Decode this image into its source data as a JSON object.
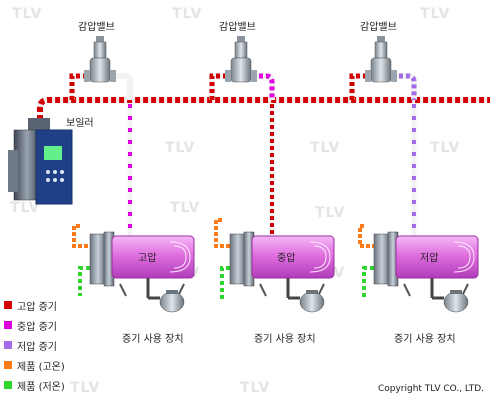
{
  "valve_label": "감압밸브",
  "boiler_label": "보일러",
  "watermark": "TLV",
  "equipment": [
    {
      "tank_label": "고압",
      "caption": "증기 사용 장치"
    },
    {
      "tank_label": "중압",
      "caption": "증기 사용 장치"
    },
    {
      "tank_label": "저압",
      "caption": "증기 사용 장치"
    }
  ],
  "legend": [
    {
      "label": "고압 증기",
      "color": "#d20000"
    },
    {
      "label": "중압 증기",
      "color": "#e000e0"
    },
    {
      "label": "저압 증기",
      "color": "#a56ae8"
    },
    {
      "label": "제품 (고온)",
      "color": "#ff7a1a"
    },
    {
      "label": "제품 (저온)",
      "color": "#2fd62f"
    }
  ],
  "copyright": "Copyright TLV CO., LTD."
}
